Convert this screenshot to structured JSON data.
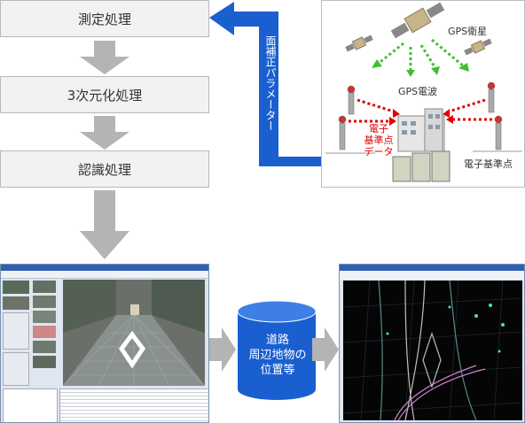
{
  "flow": {
    "step1": "測定処理",
    "step2": "3次元化処理",
    "step3": "認識処理"
  },
  "param_label": "面補正パラメーター",
  "gps_panel": {
    "satellite_label": "GPS衛星",
    "wave_label": "GPS電波",
    "ref_data_label": [
      "電子",
      "基準点",
      "データ"
    ],
    "ref_point_label": "電子基準点"
  },
  "database": {
    "lines": [
      "道路",
      "周辺地物の",
      "位置等"
    ]
  },
  "colors": {
    "blue": "#1a5fd0",
    "gray_arrow": "#b4b4b4",
    "green_dots": "#3fbf2f",
    "red_dots": "#e00000"
  }
}
